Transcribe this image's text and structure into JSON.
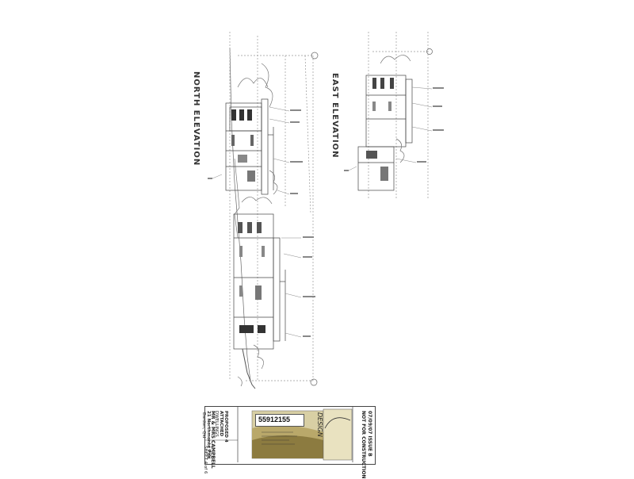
{
  "views": {
    "north": "NORTH ELEVATION",
    "east": "EAST ELEVATION"
  },
  "title_block": {
    "issue": "07/09/07  ISSUE B",
    "status": "NOT FOR CONSTRUCTION",
    "project_1": "PROPOSED 4",
    "project_2": "ATTACHED",
    "project_3": "DWELLINGS",
    "client": "MR & MRS CAMPBELL",
    "address_1": "21 Northmonte Pde",
    "address_2": "Bardon, Qld",
    "scale": "1:100",
    "sheet": "SHEET 4 of 6",
    "phone": "55912155",
    "logo": "DESIGN"
  },
  "colors": {
    "line": "#555555",
    "panel": "#d8cfa4",
    "panel_dark": "#8c7b40"
  }
}
